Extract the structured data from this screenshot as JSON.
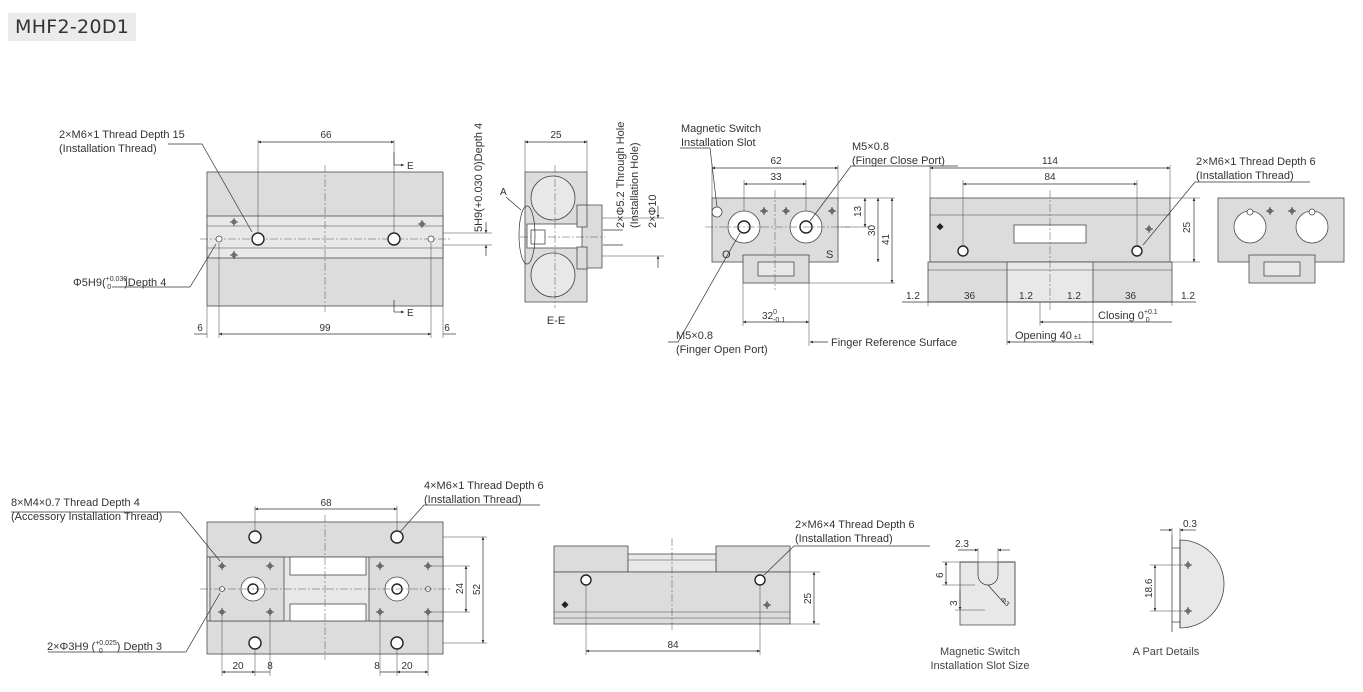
{
  "title": "MHF2-20D1",
  "labels": {
    "thread_m6_15": "2×M6×1 Thread Depth 15",
    "install_thread_1": "(Installation Thread)",
    "phi5h9_a": "Φ5H9(",
    "phi5h9_tol": "+0.030",
    "phi5h9_tol0": "0",
    "phi5h9_b": ")Depth 4",
    "slot_5h9": "5H9(+0.030 0)Depth 4",
    "through_hole": "2×Φ5.2 Through Hole",
    "install_hole": "(Installation Hole)",
    "phi10": "2×Φ10",
    "mark_a": "A",
    "mark_e": "E",
    "section_ee": "E-E",
    "mag_switch": "Magnetic Switch",
    "install_slot": "Installation Slot",
    "m5_close": "M5×0.8",
    "finger_close": "(Finger Close Port)",
    "m5_open": "M5×0.8",
    "finger_open": "(Finger Open Port)",
    "finger_ref": "Finger Reference Surface",
    "port_o": "O",
    "port_s": "S",
    "thread_m6_6": "2×M6×1 Thread Depth 6",
    "install_thread_2": "(Installation Thread)",
    "closing": "Closing 0",
    "closing_tol": "+0.1",
    "closing_tol0": "0",
    "opening": "Opening 40",
    "opening_tol": "±1",
    "thread_m4": "8×M4×0.7 Thread Depth 4",
    "accessory_thread": "(Accessory Installation Thread)",
    "thread_4m6": "4×M6×1 Thread Depth 6",
    "install_thread_3": "(Installation Thread)",
    "phi3h9_a": "2×Φ3H9 (",
    "phi3h9_tol": "+0.025",
    "phi3h9_tol0": "0",
    "phi3h9_b": ") Depth 3",
    "thread_m6_4": "2×M6×4 Thread Depth 6",
    "install_thread_4": "(Installation Thread)",
    "slot_size_1": "Magnetic Switch",
    "slot_size_2": "Installation Slot Size",
    "part_details": "A Part Details"
  },
  "dims": {
    "d66": "66",
    "d99": "99",
    "d6a": "6",
    "d6b": "6",
    "d25a": "25",
    "d62": "62",
    "d33": "33",
    "d13": "13",
    "d30": "30",
    "d41": "41",
    "d32": "32",
    "d32_tol_a": "0",
    "d32_tol_b": "-0.1",
    "d114": "114",
    "d84a": "84",
    "d25b": "25",
    "d1_2a": "1.2",
    "d36a": "36",
    "d1_2b": "1.2",
    "d1_2c": "1.2",
    "d36b": "36",
    "d1_2d": "1.2",
    "d68": "68",
    "d24": "24",
    "d52": "52",
    "d20a": "20",
    "d8a": "8",
    "d8b": "8",
    "d20b": "20",
    "d84b": "84",
    "d25c": "25",
    "d2_3": "2.3",
    "d6c": "6",
    "d3": "3",
    "dphi": "Φ3",
    "d0_3": "0.3",
    "d18_6": "18.6"
  }
}
